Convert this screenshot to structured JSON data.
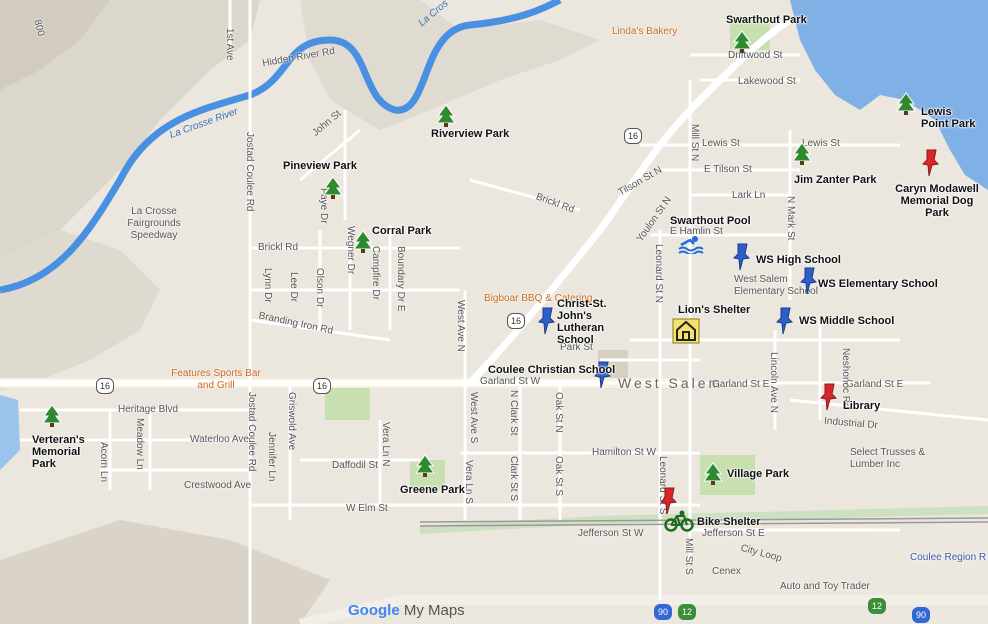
{
  "map": {
    "provider_logo": "Google",
    "provider_suffix": "My Maps",
    "town_label": "West Salem",
    "river_labels": [
      "La Crosse River",
      "La Cros"
    ],
    "highway_shields": [
      "16",
      "16",
      "16",
      "16",
      "90",
      "12",
      "12",
      "90"
    ],
    "roads": {
      "horizontal": [
        "Hidden River Rd",
        "Brickl Rd",
        "Branding Iron Rd",
        "Heritage Blvd",
        "Waterloo Ave",
        "Crestwood Ave",
        "Daffodil St",
        "W Elm St",
        "Garland St W",
        "Garland St E",
        "Garland St E",
        "Hamilton St W",
        "Jefferson St W",
        "Jefferson St E",
        "Industrial Dr",
        "Park St",
        "Lewis St",
        "Lewis St",
        "E Tilson St",
        "Lark Ln",
        "Lakewood St",
        "Driftwood St",
        "E Hamlin St",
        "Tilson St N",
        "Youlon St N",
        "Brickl Rd",
        "John St",
        "City Loop"
      ],
      "vertical": [
        "1st Ave",
        "Jostad Coulee Rd",
        "Jostad Coulee Rd",
        "Lynn Dr",
        "Lee Dr",
        "Olson Dr",
        "Wegner Dr",
        "Campfire Dr",
        "Boundary Dr E",
        "Faye Dr",
        "West Ave N",
        "West Ave S",
        "Griswold Ave",
        "Jennifer Ln",
        "Vera Ln N",
        "Vera Ln S",
        "Acorn Ln",
        "Meadow Ln",
        "N Clark St",
        "Clark St S",
        "Oak St N",
        "Oak St S",
        "Leonard St N",
        "Leonard St S",
        "Mill St N",
        "Mill St S",
        "N Mark St",
        "Lincoln Ave N",
        "Neshonoc Rd"
      ]
    },
    "places": [
      "Linda's Bakery",
      "La Crosse Fairgrounds Speedway",
      "Bigboar BBQ & Catering",
      "Features Sports Bar and Grill",
      "West Salem Elementary School",
      "Select Trusses & Lumber Inc",
      "Coulee Region R",
      "Cenex",
      "Auto and Toy Trader",
      "800"
    ],
    "parks": [
      {
        "name": "Swarthout Park",
        "icon": "tree-icon"
      },
      {
        "name": "Lewis Point Park",
        "icon": "tree-icon"
      },
      {
        "name": "Riverview Park",
        "icon": "tree-icon"
      },
      {
        "name": "Pineview Park",
        "icon": "tree-icon"
      },
      {
        "name": "Corral Park",
        "icon": "tree-icon"
      },
      {
        "name": "Jim Zanter Park",
        "icon": "tree-icon"
      },
      {
        "name": "Verteran's Memorial Park",
        "icon": "tree-icon"
      },
      {
        "name": "Greene Park",
        "icon": "tree-icon"
      },
      {
        "name": "Village Park",
        "icon": "tree-icon"
      }
    ],
    "schools": [
      "WS High School",
      "WS Elementary School",
      "WS Middle School",
      "Christ-St. John's Lutheran School",
      "Coulee Christian School"
    ],
    "red_pins": [
      "Caryn Modawell Memorial Dog Park",
      "Library",
      "Bike Shelter"
    ],
    "other_markers": {
      "pool": "Swarthout Pool",
      "shelter": "Lion's Shelter"
    },
    "colors": {
      "water": "#7fb0e6",
      "river": "#4a90e2",
      "park_fill": "#c8dfb0",
      "road": "#ffffff",
      "highway": "#f6f1e0",
      "tree": "#2f8a2f",
      "school_pin": "#2c5fc8",
      "red_pin": "#d9262a"
    }
  }
}
